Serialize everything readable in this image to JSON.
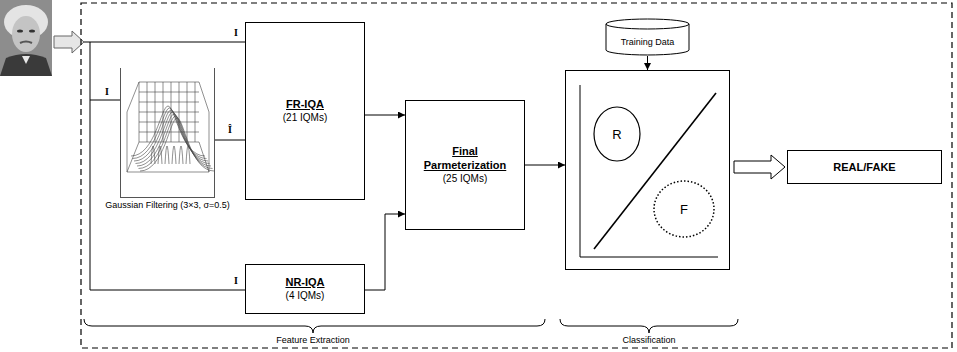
{
  "diagram": {
    "nodes": [
      {
        "text": [
          "Gaussian Filtering (3×3, σ=0.5)"
        ]
      },
      {
        "text": [
          "FR-IQA",
          "(21 IQMs)"
        ]
      },
      {
        "text": [
          "NR-IQA",
          "(4 IQMs)"
        ]
      },
      {
        "text": [
          "Final Parmeterization",
          "(25 IQMs)"
        ]
      },
      {
        "text": [
          "Training Data"
        ]
      },
      {
        "text": []
      },
      {
        "text": [
          "R"
        ],
        "in": 5
      },
      {
        "text": [
          "F"
        ],
        "in": 5
      },
      {
        "text": [
          "REAL/FAKE"
        ]
      }
    ],
    "edges": [
      {
        "from": 0,
        "to": 1,
        "arrow": "none",
        "label": "Î"
      },
      {
        "from": 1,
        "to": 3,
        "arrow": "to"
      },
      {
        "from": 2,
        "to": 3,
        "arrow": "to"
      },
      {
        "from": 3,
        "to": 5,
        "arrow": "to"
      },
      {
        "from": 4,
        "to": 5,
        "arrow": "to"
      },
      {
        "from": 5,
        "to": 8,
        "arrow": "to"
      }
    ],
    "labels": [
      "I",
      "I",
      "I",
      "Feature Extraction",
      "Classification"
    ]
  }
}
